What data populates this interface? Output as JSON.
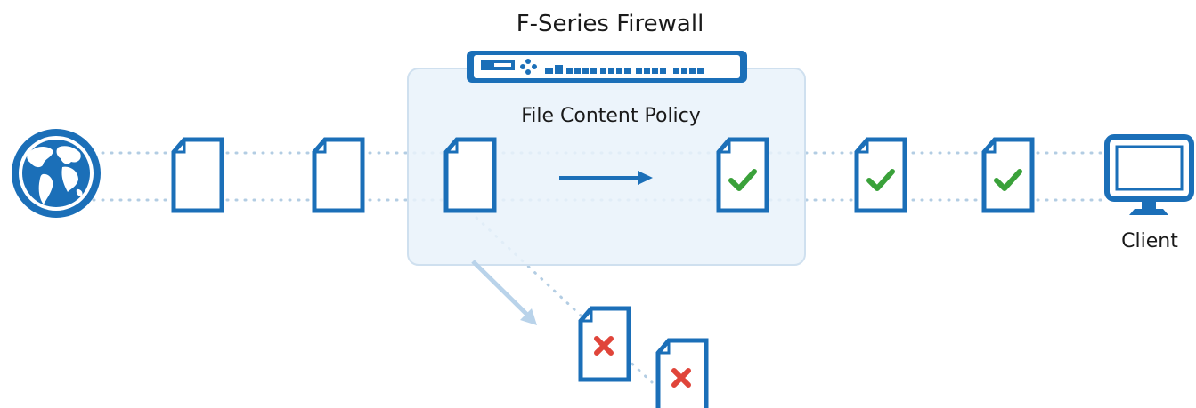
{
  "firewall": {
    "label": "F-Series Firewall",
    "icon": "firewall-appliance-icon"
  },
  "policy_box": {
    "label": "File Content Policy"
  },
  "source": {
    "icon": "globe-icon"
  },
  "client": {
    "label": "Client",
    "icon": "monitor-icon"
  },
  "files": {
    "incoming": [
      "document-icon",
      "document-icon",
      "document-icon"
    ],
    "allowed": [
      "document-check-icon",
      "document-check-icon",
      "document-check-icon"
    ],
    "blocked": [
      "document-x-icon",
      "document-x-icon"
    ]
  },
  "colors": {
    "primary": "#1b6fb8",
    "box_fill": "#e9f2fa",
    "box_stroke": "#cfe0ef",
    "check": "#3aa13a",
    "cross": "#e0453a",
    "divert_arrow": "#b9d3ea",
    "dots": "#b3cde3"
  }
}
